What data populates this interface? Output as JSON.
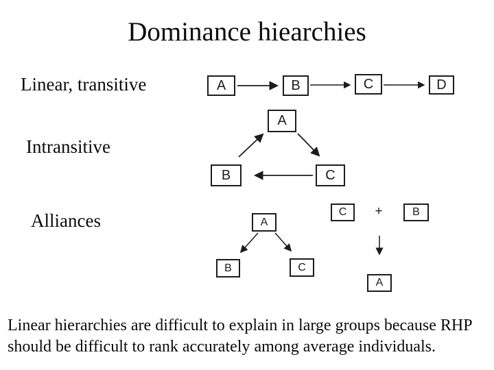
{
  "title": "Dominance hiearchies",
  "sections": {
    "linear": {
      "label": "Linear, transitive",
      "nodes": [
        "A",
        "B",
        "C",
        "D"
      ],
      "relations": [
        "A>B",
        "B>C",
        "C>D"
      ]
    },
    "intransitive": {
      "label": "Intransitive",
      "nodes": {
        "top": "A",
        "bottom_left": "B",
        "bottom_right": "C"
      },
      "relations": [
        "B>A",
        "A>C",
        "C>B"
      ]
    },
    "alliances": {
      "label": "Alliances",
      "left_diagram": {
        "nodes": {
          "top": "A",
          "bottom_left": "B",
          "bottom_right": "C"
        },
        "relations": [
          "A>B",
          "A>C"
        ]
      },
      "right_diagram": {
        "nodes": {
          "top_left": "C",
          "top_right": "B",
          "bottom": "A"
        },
        "plus": "+",
        "relations": [
          "C+B>A"
        ]
      }
    }
  },
  "footer": {
    "line1": "Linear hierarchies are difficult to explain in large groups because RHP",
    "line2": "should be difficult to rank accurately among average individuals."
  },
  "colors": {
    "background": "#ffffff",
    "ink": "#0b0b0b",
    "diagram_ink": "#1c1c1c"
  }
}
